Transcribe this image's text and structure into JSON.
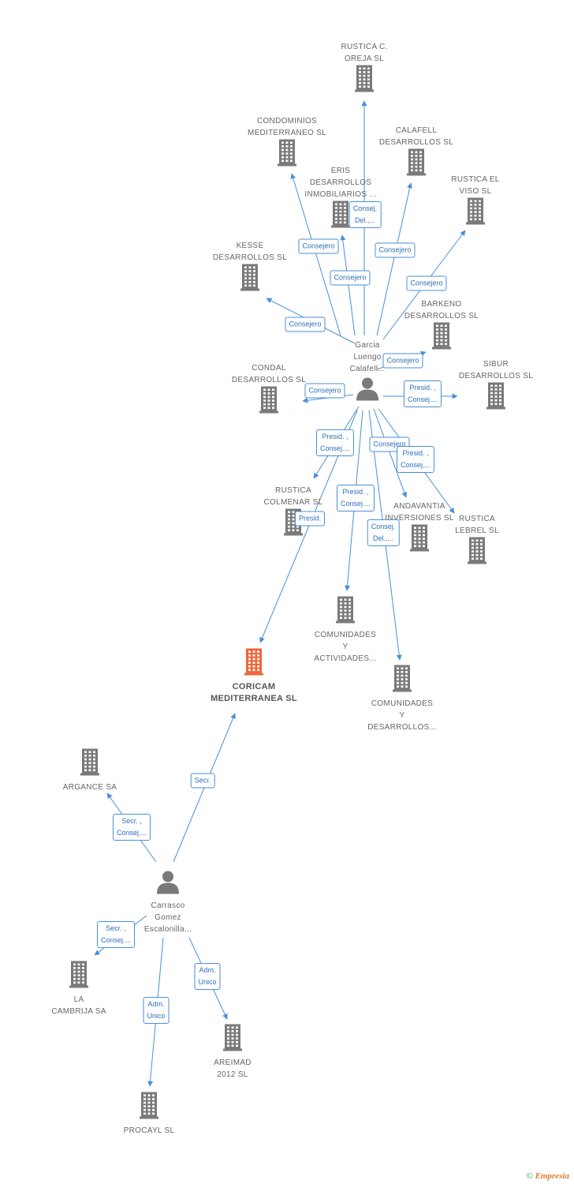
{
  "colors": {
    "edge": "#4a8fd6",
    "node": "#7a7a7a",
    "highlight": "#f0663a"
  },
  "nodes": [
    {
      "id": "rustica-c-oreja",
      "label": "RUSTICA C.\nOREJA SL",
      "type": "company"
    },
    {
      "id": "condominios",
      "label": "CONDOMINIOS\nMEDITERRANEO SL",
      "type": "company"
    },
    {
      "id": "calafell",
      "label": "CALAFELL\nDESARROLLOS SL",
      "type": "company"
    },
    {
      "id": "eris",
      "label": "ERIS\nDESARROLLOS\nINMOBILIARIOS ...",
      "type": "company"
    },
    {
      "id": "rustica-el-viso",
      "label": "RUSTICA EL\nVISO SL",
      "type": "company"
    },
    {
      "id": "kesse",
      "label": "KESSE\nDESARROLLOS SL",
      "type": "company"
    },
    {
      "id": "barkeno",
      "label": "BARKENO\nDESARROLLOS SL",
      "type": "company"
    },
    {
      "id": "garcia",
      "label": "Garcia\nLuengo\nCalafell...",
      "type": "person"
    },
    {
      "id": "sibur",
      "label": "SIBUR\nDESARROLLOS SL",
      "type": "company"
    },
    {
      "id": "condal",
      "label": "CONDAL\nDESARROLLOS SL",
      "type": "company"
    },
    {
      "id": "rustica-colmenar",
      "label": "RUSTICA\nCOLMENAR SL",
      "type": "company"
    },
    {
      "id": "andavantia",
      "label": "ANDAVANTIA\nINVERSIONES SL",
      "type": "company"
    },
    {
      "id": "rustica-lebrel",
      "label": "RUSTICA\nLEBREL SL",
      "type": "company"
    },
    {
      "id": "comunidades-act",
      "label": "COMUNIDADES\nY\nACTIVIDADES...",
      "type": "company"
    },
    {
      "id": "coricam",
      "label": "CORICAM\nMEDITERRANEA SL",
      "type": "highlight"
    },
    {
      "id": "comunidades-des",
      "label": "COMUNIDADES\nY\nDESARROLLOS...",
      "type": "company"
    },
    {
      "id": "argance",
      "label": "ARGANCE SA",
      "type": "company"
    },
    {
      "id": "carrasco",
      "label": "Carrasco\nGomez\nEscalonilla...",
      "type": "person"
    },
    {
      "id": "la-cambrija",
      "label": "LA\nCAMBRIJA SA",
      "type": "company"
    },
    {
      "id": "areimad",
      "label": "AREIMAD\n2012 SL",
      "type": "company"
    },
    {
      "id": "procayl",
      "label": "PROCAYL SL",
      "type": "company"
    }
  ],
  "edges": [
    {
      "from": "garcia",
      "to": "rustica-c-oreja",
      "label": "Consej.\nDel.,..."
    },
    {
      "from": "garcia",
      "to": "condominios",
      "label": "Consejero"
    },
    {
      "from": "garcia",
      "to": "eris",
      "label": "Consejero"
    },
    {
      "from": "garcia",
      "to": "calafell",
      "label": "Consejero"
    },
    {
      "from": "garcia",
      "to": "rustica-el-viso",
      "label": "Consejero"
    },
    {
      "from": "garcia",
      "to": "kesse",
      "label": "Consejero"
    },
    {
      "from": "garcia",
      "to": "barkeno",
      "label": "Consejero"
    },
    {
      "from": "garcia",
      "to": "sibur",
      "label": "Presid. ,\nConsej...."
    },
    {
      "from": "garcia",
      "to": "condal",
      "label": "Consejero"
    },
    {
      "from": "garcia",
      "to": "rustica-colmenar",
      "label": "Presid. ,\nConsej...."
    },
    {
      "from": "garcia",
      "to": "andavantia",
      "label": "Consejero"
    },
    {
      "from": "garcia",
      "to": "rustica-lebrel",
      "label": "Presid. ,\nConsej...."
    },
    {
      "from": "garcia",
      "to": "comunidades-act",
      "label": "Presid. ,\nConsej...."
    },
    {
      "from": "garcia",
      "to": "coricam",
      "label": "Presid."
    },
    {
      "from": "garcia",
      "to": "comunidades-des",
      "label": "Consej.\nDel.,..."
    },
    {
      "from": "carrasco",
      "to": "coricam",
      "label": "Secr."
    },
    {
      "from": "carrasco",
      "to": "argance",
      "label": "Secr. ,\nConsej...."
    },
    {
      "from": "carrasco",
      "to": "la-cambrija",
      "label": "Secr. ,\nConsej...."
    },
    {
      "from": "carrasco",
      "to": "areimad",
      "label": "Adm.\nUnico"
    },
    {
      "from": "carrasco",
      "to": "procayl",
      "label": "Adm.\nUnico"
    }
  ],
  "footer": {
    "copyright": "©",
    "brand": "Empresia"
  }
}
